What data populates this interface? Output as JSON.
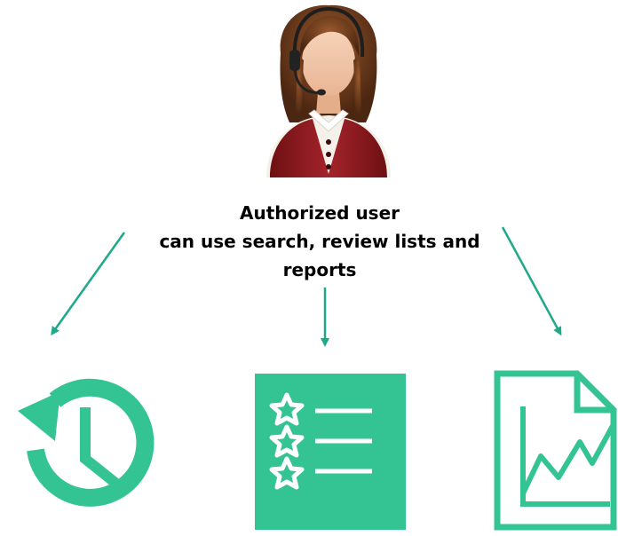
{
  "caption": {
    "line1": "Authorized user",
    "line2": "can use search, review lists and",
    "line3": "reports"
  },
  "colors": {
    "accent": "#34C493",
    "arrow": "#1FA98A",
    "vest": "#8E1B1F",
    "hair": "#6A3A1C",
    "skin": "#F1C7A8"
  },
  "icons": {
    "user": "call-center-agent-icon",
    "history": "history-clock-icon",
    "list": "star-list-icon",
    "report": "report-chart-icon"
  }
}
